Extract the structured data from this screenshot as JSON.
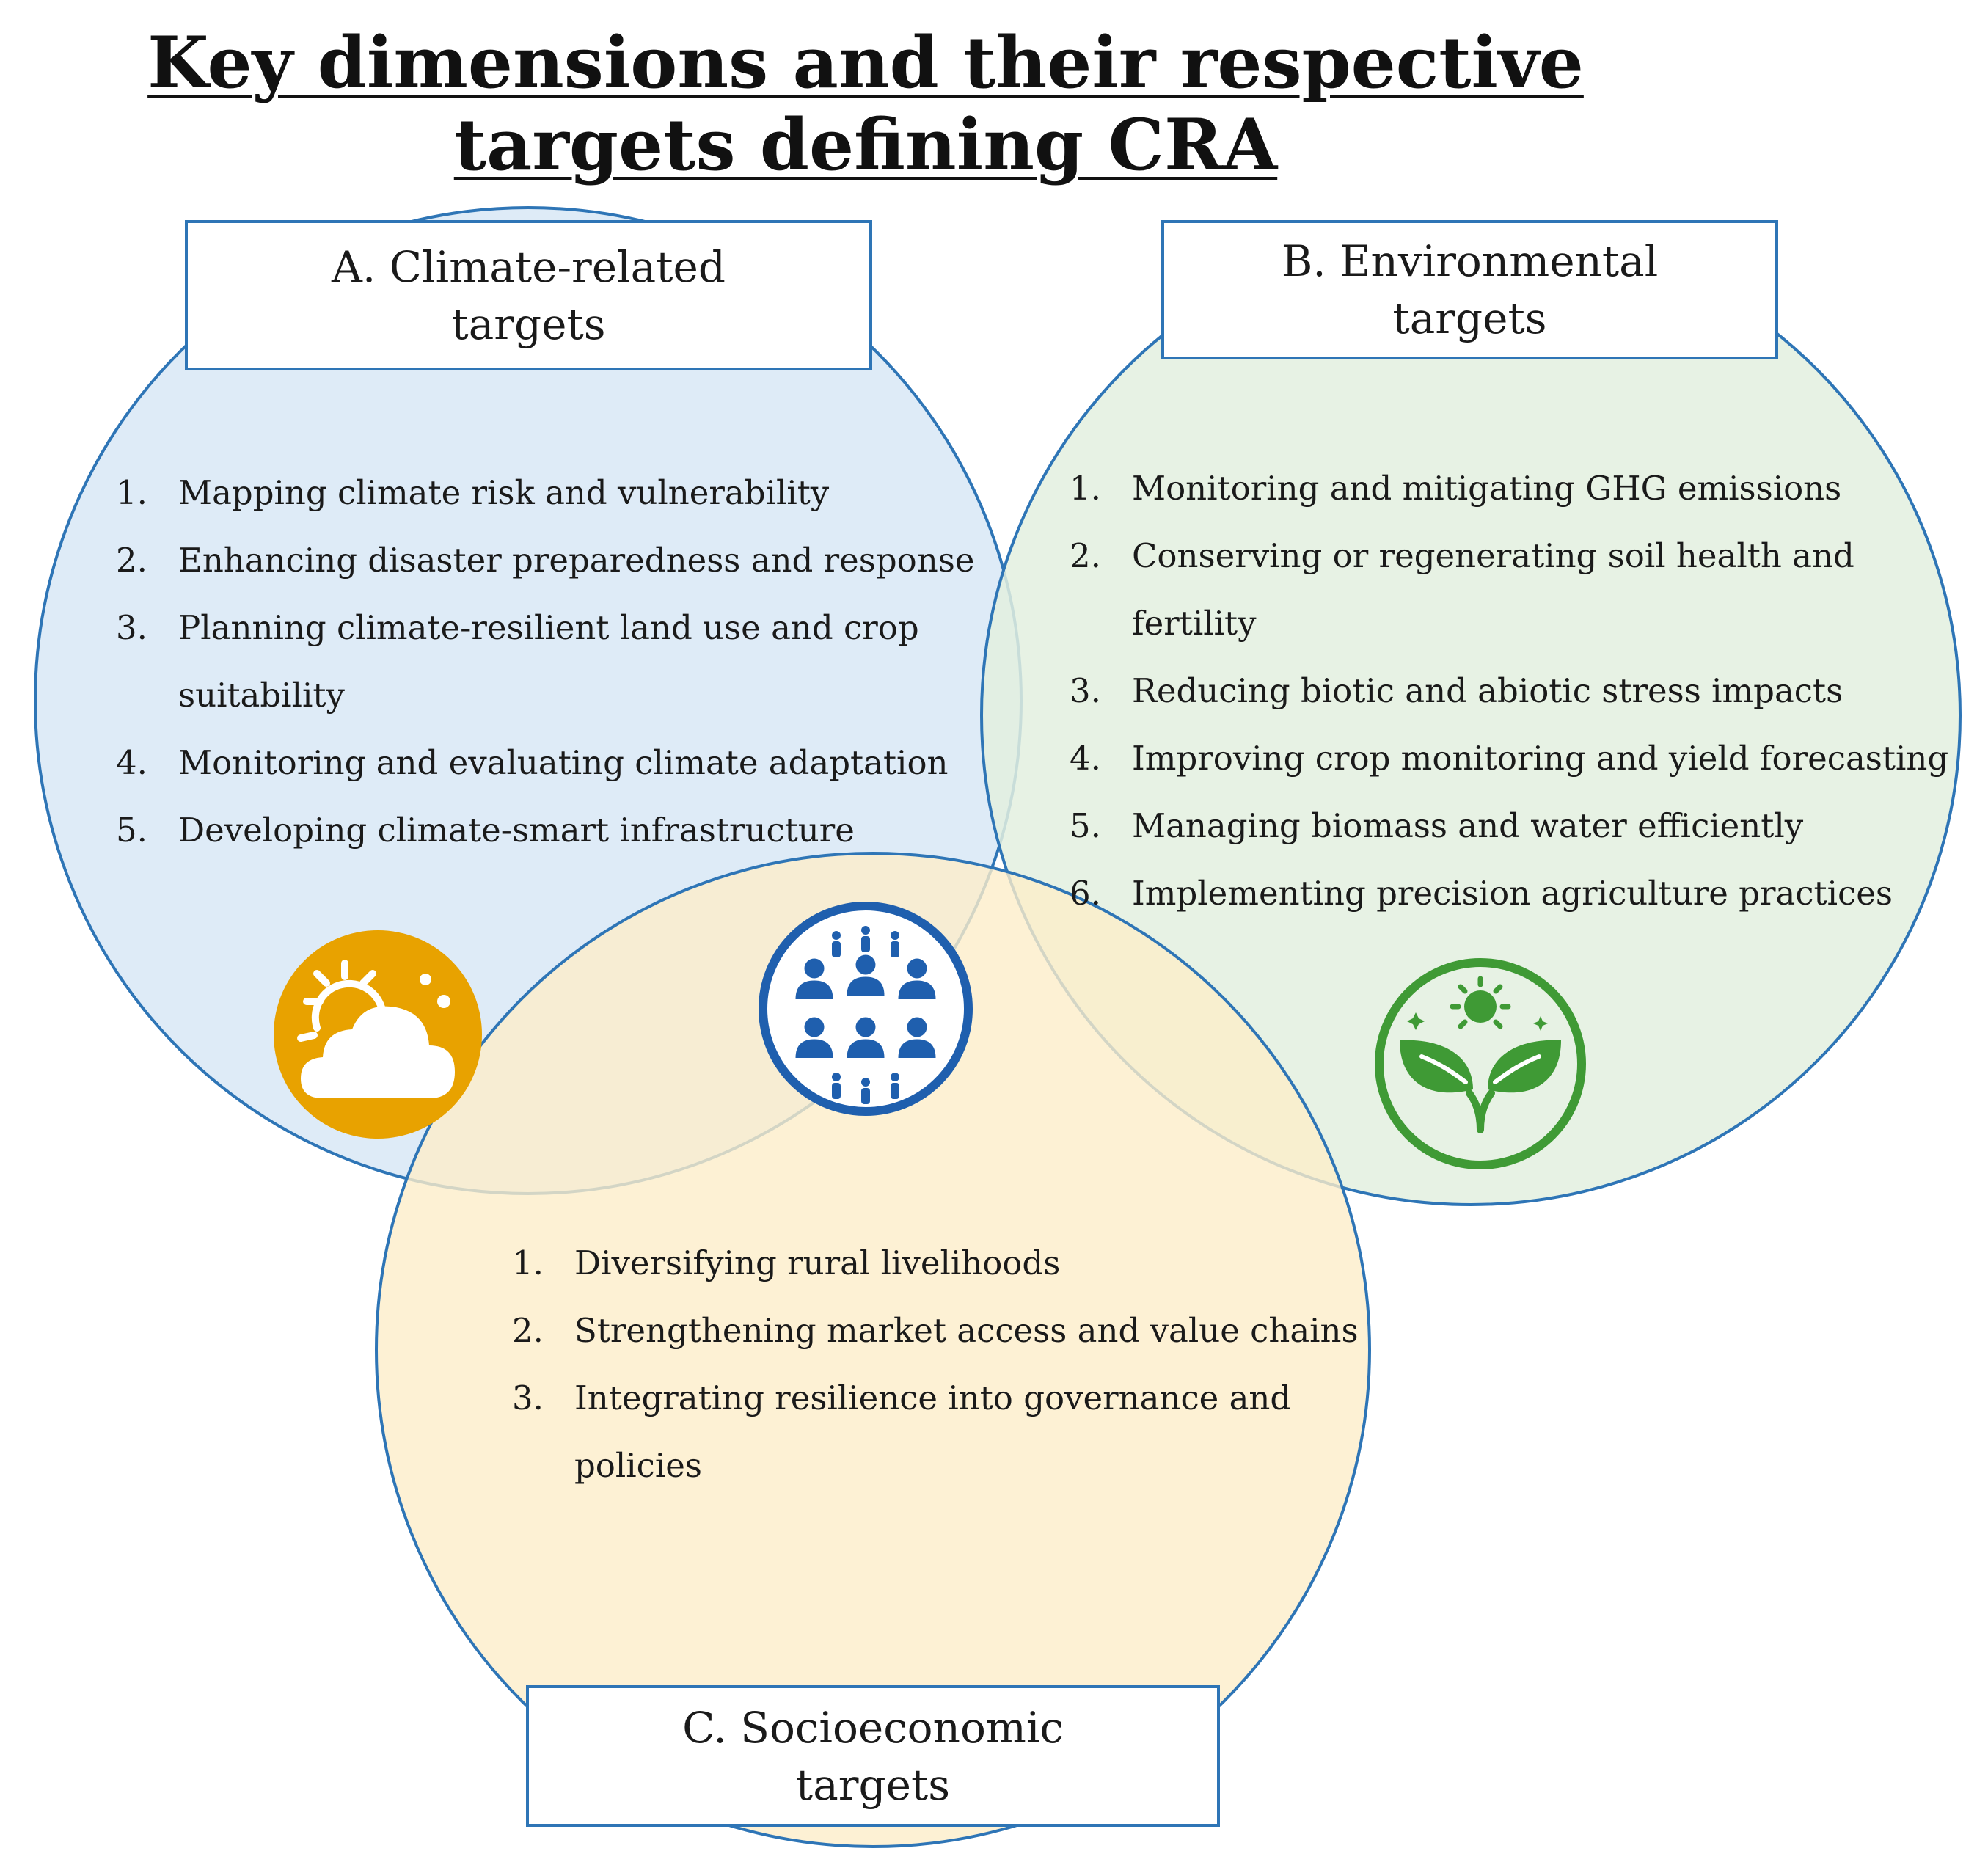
{
  "title": {
    "line1": "Key dimensions and their respective",
    "line2": "targets defining CRA"
  },
  "dimensions": {
    "climate": {
      "heading_line1": "A. Climate-related",
      "heading_line2": "targets",
      "fill": "#dbe9f6",
      "stroke": "#2e75b6",
      "icon": "sun-cloud-icon",
      "icon_color": "#e8a200",
      "items": [
        {
          "num": "1.",
          "lines": [
            "Mapping climate risk and vulnerability"
          ]
        },
        {
          "num": "2.",
          "lines": [
            "Enhancing disaster preparedness and response"
          ]
        },
        {
          "num": "3.",
          "lines": [
            "Planning climate-resilient land use and crop",
            "suitability"
          ]
        },
        {
          "num": "4.",
          "lines": [
            "Monitoring and evaluating climate adaptation"
          ]
        },
        {
          "num": "5.",
          "lines": [
            "Developing climate-smart infrastructure"
          ]
        }
      ]
    },
    "environmental": {
      "heading_line1": "B. Environmental",
      "heading_line2": "targets",
      "fill": "#e3f0df",
      "stroke": "#2e75b6",
      "icon": "plant-sun-icon",
      "icon_color": "#3f9a35",
      "items": [
        {
          "num": "1.",
          "lines": [
            "Monitoring and mitigating GHG emissions"
          ]
        },
        {
          "num": "2.",
          "lines": [
            "Conserving or regenerating soil health and",
            "fertility"
          ]
        },
        {
          "num": "3.",
          "lines": [
            "Reducing biotic and abiotic stress impacts"
          ]
        },
        {
          "num": "4.",
          "lines": [
            "Improving crop monitoring and yield forecasting"
          ]
        },
        {
          "num": "5.",
          "lines": [
            "Managing biomass and water efficiently"
          ]
        },
        {
          "num": "6.",
          "lines": [
            "Implementing precision agriculture practices"
          ]
        }
      ]
    },
    "socioeconomic": {
      "heading_line1": "C. Socioeconomic",
      "heading_line2": "targets",
      "fill": "#fcedc9",
      "stroke": "#2e75b6",
      "icon": "community-people-icon",
      "icon_color": "#1f5fae",
      "items": [
        {
          "num": "1.",
          "lines": [
            "Diversifying rural livelihoods"
          ]
        },
        {
          "num": "2.",
          "lines": [
            "Strengthening market access and value chains"
          ]
        },
        {
          "num": "3.",
          "lines": [
            "Integrating resilience into governance and",
            "policies"
          ]
        }
      ]
    }
  }
}
